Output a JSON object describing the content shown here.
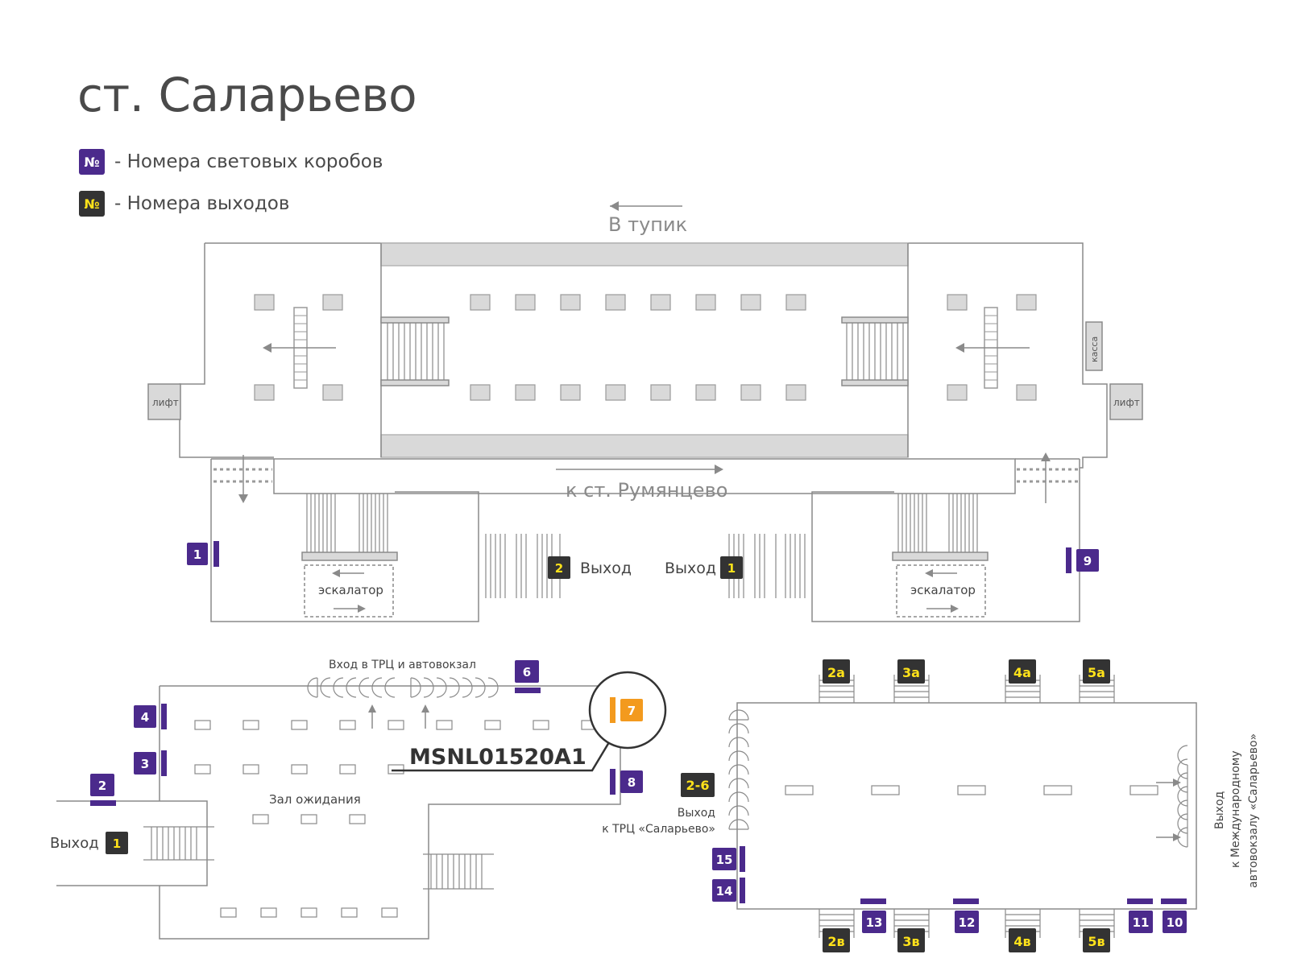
{
  "title": "ст. Саларьево",
  "legend": {
    "symbol": "№",
    "lightbox_label": "- Номера световых коробов",
    "exit_label": "- Номера выходов"
  },
  "colors": {
    "lightbox": "#4b2a8c",
    "exit_bg": "#333333",
    "exit_text": "#ffe21a",
    "highlight": "#f39a1e",
    "wall": "#8a8a8a",
    "fill": "#d9d9d9"
  },
  "labels": {
    "dead_end": "В тупик",
    "to_rumyantsevo": "к ст. Румянцево",
    "lift": "лифт",
    "kassa": "касса",
    "escalator": "эскалатор",
    "exit": "Выход",
    "entrance_trc": "Вход в ТРЦ и автовокзал",
    "waiting_hall": "Зал ожидания",
    "exit_trc_line1": "Выход",
    "exit_trc_line2": "к ТРЦ «Саларьево»",
    "exit_bus_line1": "Выход",
    "exit_bus_line2": "к Международному",
    "exit_bus_line3": "автовокзалу «Саларьево»",
    "callout_code": "MSNL01520A1"
  },
  "lightboxes": [
    "1",
    "9",
    "6",
    "7",
    "4",
    "3",
    "2",
    "8",
    "15",
    "14",
    "13",
    "12",
    "11",
    "10"
  ],
  "exits": [
    "2",
    "1",
    "1",
    "2-6",
    "2а",
    "3а",
    "4а",
    "5а",
    "2в",
    "3в",
    "4в",
    "5в"
  ]
}
